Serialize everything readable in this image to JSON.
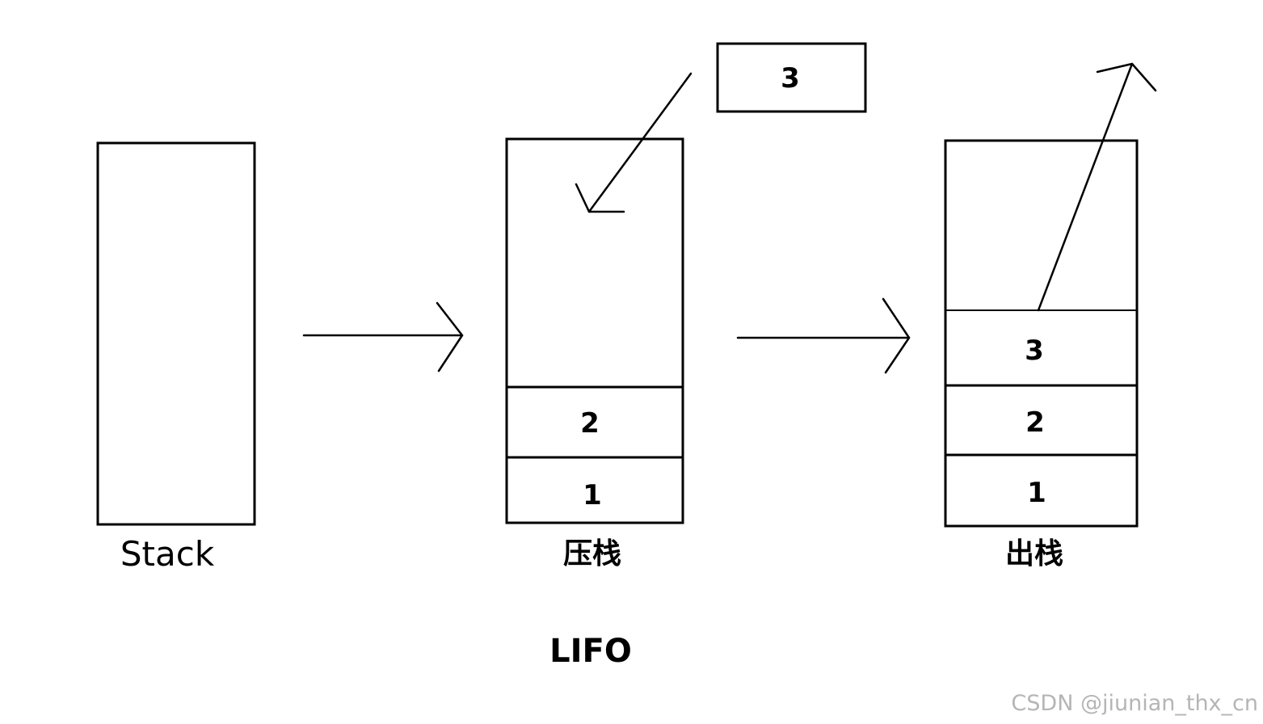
{
  "stacks": {
    "empty": {
      "label": "Stack"
    },
    "push": {
      "label": "压栈",
      "cells": [
        "2",
        "1"
      ],
      "incoming": "3"
    },
    "pop": {
      "label": "出栈",
      "cells": [
        "3",
        "2",
        "1"
      ]
    }
  },
  "caption": "LIFO",
  "watermark": "CSDN @jiunian_thx_cn",
  "colors": {
    "stroke": "#000000",
    "background": "#ffffff",
    "watermark": "#b5b5b5"
  }
}
